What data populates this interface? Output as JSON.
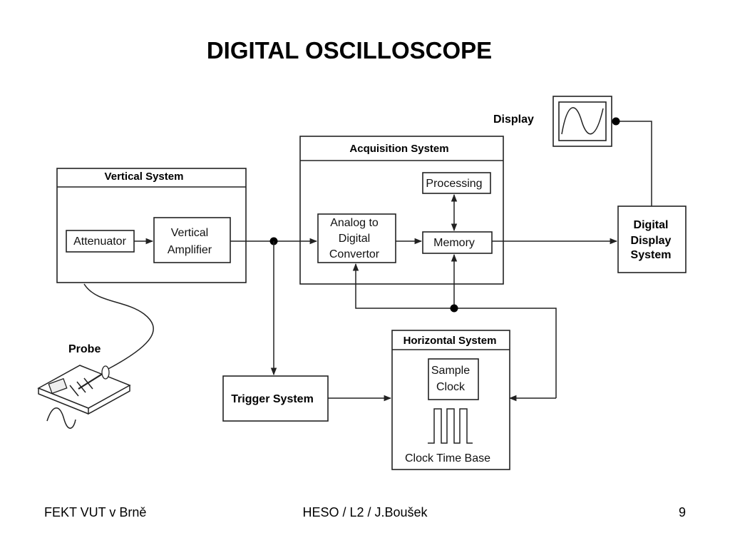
{
  "title": "DIGITAL OSCILLOSCOPE",
  "display_label": "Display",
  "vertical_system": {
    "header": "Vertical  System",
    "attenuator": "Attenuator",
    "amplifier": [
      "Vertical",
      "Amplifier"
    ]
  },
  "acquisition_system": {
    "header": "Acquisition  System",
    "processing": "Processing",
    "adc": [
      "Analog to",
      "Digital",
      "Convertor"
    ],
    "memory": "Memory"
  },
  "digital_display_system": [
    "Digital",
    "Display",
    "System"
  ],
  "probe_label": "Probe",
  "trigger_system": "Trigger  System",
  "horizontal_system": {
    "header": "Horizontal  System",
    "sample_clock": [
      "Sample",
      "Clock"
    ],
    "clock_time_base": "Clock  Time  Base"
  },
  "footer": {
    "left": "FEKT VUT v Brně",
    "center": "HESO  /  L2 /  J.Boušek",
    "page": "9"
  }
}
